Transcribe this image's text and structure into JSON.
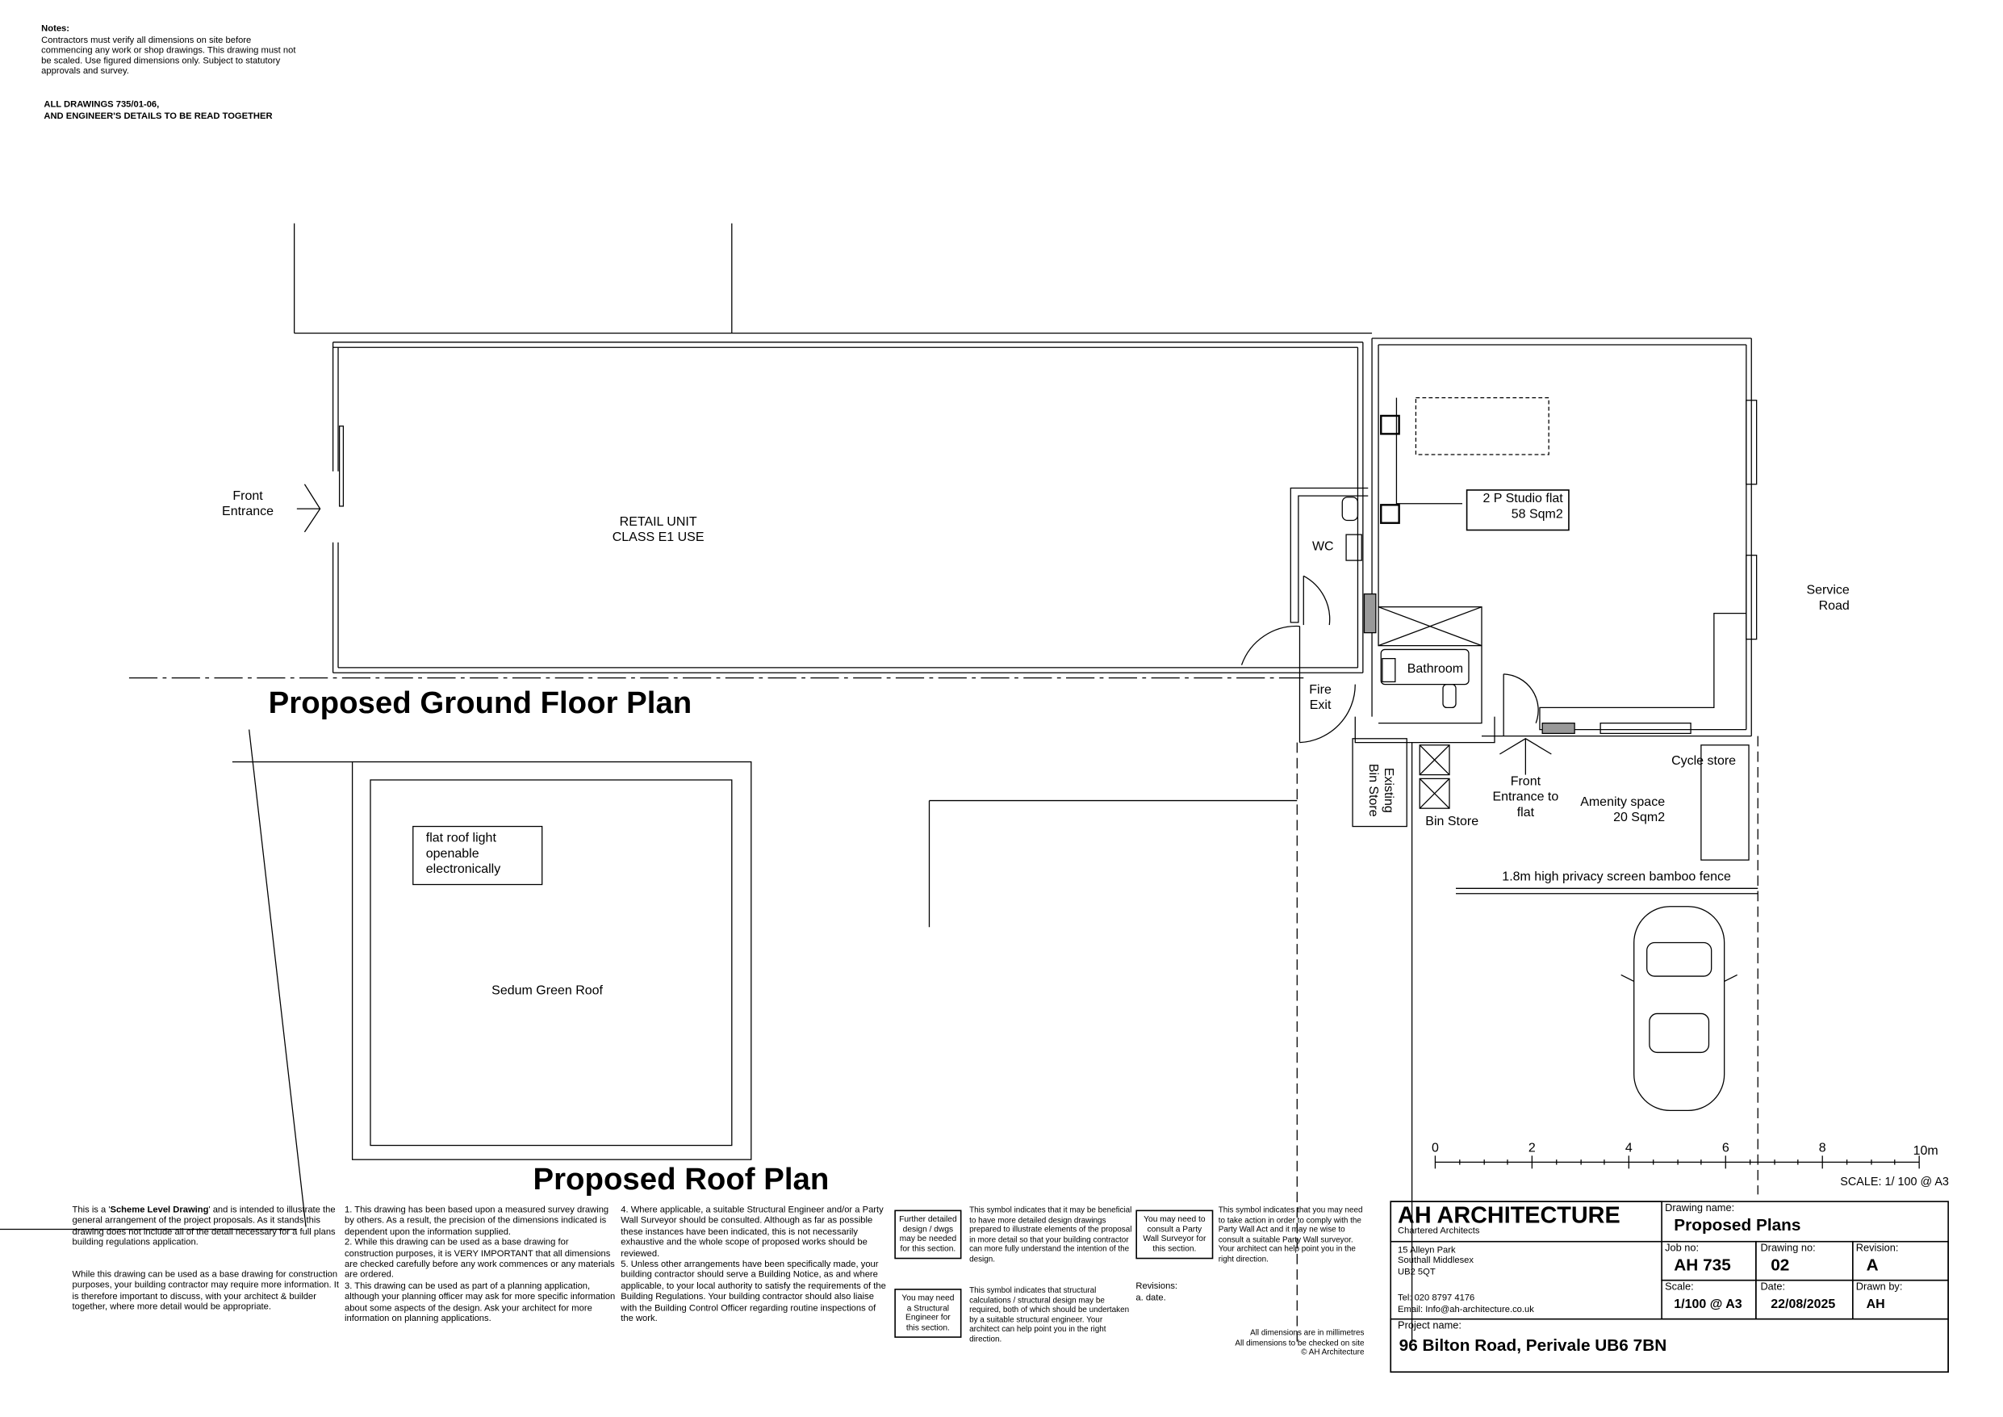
{
  "notes": {
    "heading": "Notes:",
    "lines": [
      "Contractors must verify all dimensions on site before",
      "commencing any work or shop drawings. This drawing must not",
      "be scaled. Use figured dimensions only. Subject to statutory",
      "approvals and survey."
    ],
    "read_together": [
      "ALL DRAWINGS  735/01-06,",
      "AND ENGINEER'S DETAILS TO BE READ TOGETHER"
    ]
  },
  "plans": {
    "ground_title": "Proposed Ground Floor Plan",
    "roof_title": "Proposed Roof Plan",
    "labels": {
      "front_entrance": "Front\nEntrance",
      "retail_unit": "RETAIL UNIT\nCLASS E1 USE",
      "studio_flat": "2 P Studio flat\n58 Sqm2",
      "wc": "WC",
      "fire_exit": "Fire\nExit",
      "bathroom": "Bathroom",
      "service_road": "Service\nRoad",
      "existing_bin_store": "Existing\nBin Store",
      "bin_store": "Bin Store",
      "front_entrance_flat": "Front\nEntrance to\nflat",
      "amenity_space": "Amenity space\n20 Sqm2",
      "cycle_store": "Cycle store",
      "fence": "1.8m high privacy screen bamboo fence",
      "roof_light": "flat roof light\nopenable\nelectronically",
      "sedum": "Sedum Green Roof"
    }
  },
  "scale_bar": {
    "ticks": [
      "0",
      "2",
      "4",
      "6",
      "8",
      "10m"
    ],
    "scale_text": "SCALE: 1/ 100  @ A3"
  },
  "footer": {
    "col1_a_pre": "This is a '",
    "col1_a_bold": "Scheme Level Drawing",
    "col1_a_post": "' and is intended to illustrate the general arrangement of the project proposals. As it stands this drawing does not include all of the detail necessary for a full plans building regulations application.",
    "col1_b": "While this drawing can be used as a base drawing for construction purposes, your building contractor may require more information. It is therefore important to discuss, with your architect & builder together, where more detail would be appropriate.",
    "col2": "1.  This drawing has been based upon a measured survey drawing by others. As a result, the precision of the dimensions indicated is dependent upon the information supplied.\n2.  While this drawing can be used as a base drawing for construction purposes, it is VERY IMPORTANT that all dimensions are checked carefully before any work commences or any materials are ordered.\n3.  This drawing can be used as part of a planning application, although your planning officer may ask for more specific information about some aspects of the design. Ask your architect for more information on planning applications.",
    "col3": "4.  Where applicable, a suitable Structural Engineer and/or a Party Wall Surveyor should be consulted. Although as far as possible these instances have been indicated, this is not necessarily exhaustive and the whole scope of proposed works should be reviewed.\n5.  Unless other arrangements have been specifically made, your building contractor should serve a Building Notice, as and where applicable, to your local authority to satisfy the requirements of the Building Regulations. Your building contractor should also liaise with the Building Control Officer regarding routine inspections of the work.",
    "symbol_design_box": "Further detailed\ndesign / dwgs\nmay be needed\nfor this section.",
    "symbol_design_text": "This symbol indicates that it may be beneficial to have more detailed design drawings prepared to illustrate elements of the proposal in more detail so that your building contractor can more fully understand the intention of the design.",
    "symbol_struct_box": "You may need\na Structural\nEngineer for\nthis section.",
    "symbol_struct_text": "This symbol indicates that structural calculations / structural design may be required, both of which should be undertaken by a suitable structural engineer. Your architect can help point you in the right direction.",
    "symbol_party_box": "You may need to\nconsult a Party\nWall Surveyor for\nthis section.",
    "symbol_party_text": "This symbol indicates that you may need to take action in order to comply with the Party Wall Act and it may ne wise to consult a suitable Party Wall surveyor. Your architect can help point you in the right direction.",
    "revisions_label": "Revisions:",
    "revisions_item": "a.  date.",
    "dims_notes": "All dimensions are in millimetres\nAll dimensions to be checked on site\n© AH Architecture"
  },
  "title_block": {
    "company": "AH ARCHITECTURE",
    "subtitle": "Chartered Architects",
    "address": "15 Alleyn Park\nSouthall Middlesex\nUB2 5QT",
    "tel": "Tel: 020 8797 4176",
    "email": "Email: Info@ah-architecture.co.uk",
    "drawing_name_label": "Drawing name:",
    "drawing_name": "Proposed Plans",
    "job_no_label": "Job no:",
    "job_no": "AH 735",
    "drawing_no_label": "Drawing no:",
    "drawing_no": "02",
    "revision_label": "Revision:",
    "revision": "A",
    "scale_label": "Scale:",
    "scale": "1/100 @ A3",
    "date_label": "Date:",
    "date": "22/08/2025",
    "drawn_by_label": "Drawn by:",
    "drawn_by": "AH",
    "project_name_label": "Project name:",
    "project_name": "96 Bilton Road, Perivale UB6 7BN"
  }
}
